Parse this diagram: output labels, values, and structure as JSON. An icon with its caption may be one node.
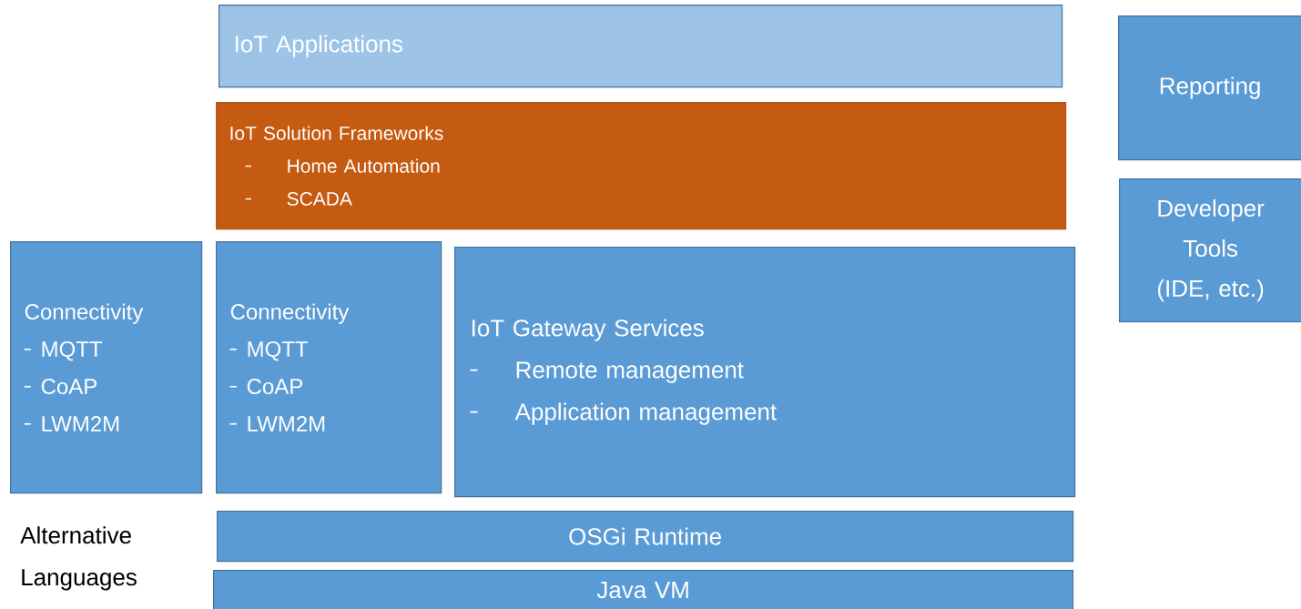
{
  "diagram": {
    "nodes": [
      {
        "text": [
          "IoT Applications"
        ]
      },
      {
        "text": [
          "IoT Solution Frameworks",
          "Home Automation",
          "SCADA"
        ]
      },
      {
        "text": [
          "Reporting"
        ]
      },
      {
        "text": [
          "Developer Tools (IDE, etc.)"
        ]
      },
      {
        "text": [
          "Connectivity",
          "MQTT",
          "CoAP",
          "LWM2M"
        ]
      },
      {
        "text": [
          "Connectivity",
          "MQTT",
          "CoAP",
          "LWM2M"
        ]
      },
      {
        "text": [
          "IoT Gateway Services",
          "Remote management",
          "Application management"
        ]
      },
      {
        "text": [
          "OSGi Runtime"
        ]
      },
      {
        "text": [
          "Java VM"
        ]
      }
    ],
    "labels": [
      "Alternative Languages"
    ]
  }
}
